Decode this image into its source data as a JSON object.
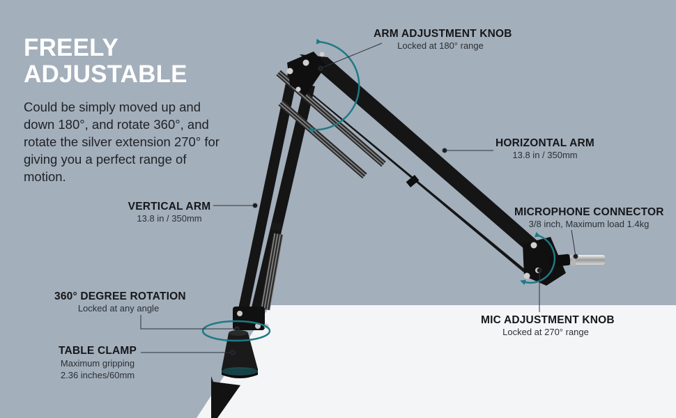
{
  "headline": [
    "FREELY",
    "ADJUSTABLE"
  ],
  "description": "Could be simply moved up and down 180°, and rotate 360°, and rotate the silver extension 270° for giving you a perfect range of motion.",
  "callouts": {
    "arm_knob": {
      "title": "ARM ADJUSTMENT KNOB",
      "detail": "Locked at 180° range"
    },
    "horizontal_arm": {
      "title": "HORIZONTAL ARM",
      "detail": "13.8 in / 350mm"
    },
    "mic_connector": {
      "title": "MICROPHONE CONNECTOR",
      "detail": "3/8 inch, Maximum load 1.4kg"
    },
    "vertical_arm": {
      "title": "VERTICAL ARM",
      "detail": "13.8 in / 350mm"
    },
    "rotation": {
      "title": "360° DEGREE ROTATION",
      "detail": "Locked at any angle"
    },
    "table_clamp": {
      "title": "TABLE CLAMP",
      "detail_lines": [
        "Maximum gripping",
        "2.36 inches/60mm"
      ]
    },
    "mic_knob": {
      "title": "MIC ADJUSTMENT KNOB",
      "detail": "Locked at 270° range"
    }
  },
  "colors": {
    "background": "#a3afbb",
    "table": "#f4f5f7",
    "accent": "#1e7a84",
    "arm": "#141414",
    "headline": "#ffffff",
    "text": "#1f2226"
  }
}
